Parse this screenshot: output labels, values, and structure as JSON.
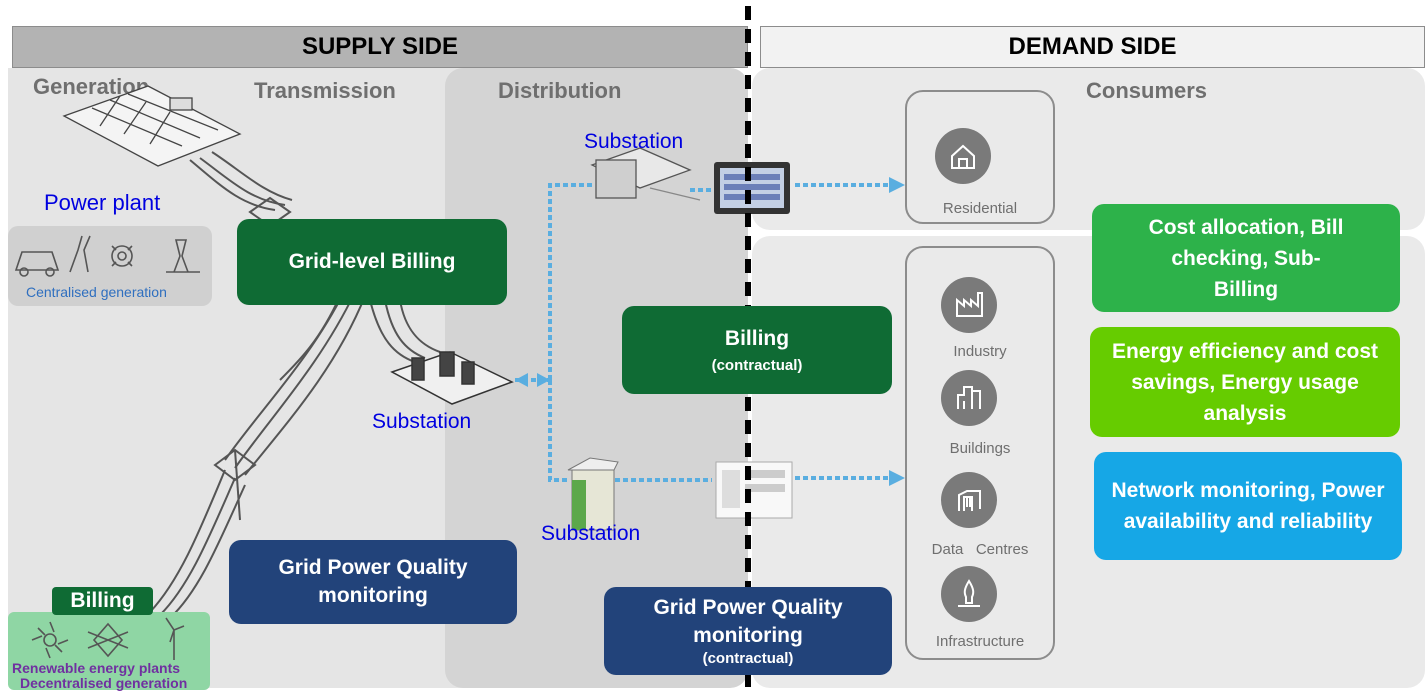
{
  "headers": {
    "supply": "SUPPLY SIDE",
    "demand": "DEMAND SIDE"
  },
  "sections": {
    "generation": "Generation",
    "transmission": "Transmission",
    "distribution": "Distribution",
    "consumers": "Consumers"
  },
  "labels": {
    "power_plant": "Power plant",
    "centralised_generation": "Centralised generation",
    "substation_top": "Substation",
    "substation_mid": "Substation",
    "substation_bottom": "Substation",
    "renewable": "Renewable energy plants",
    "decentralised": "Decentralised generation"
  },
  "boxes": {
    "grid_billing": "Grid-level Billing",
    "billing_title": "Billing",
    "billing_sub": "(contractual)",
    "grid_pq": "Grid Power Quality monitoring",
    "grid_pq2_title": "Grid Power Quality monitoring",
    "grid_pq2_sub": "(contractual)",
    "small_billing": "Billing"
  },
  "consumers": {
    "residential": "Residential",
    "industry": "Industry",
    "buildings": "Buildings",
    "data_centres": "Data   Centres",
    "infrastructure": "Infrastructure"
  },
  "right_boxes": {
    "cost": "Cost allocation, Bill checking, Sub-Billing",
    "energy": "Energy efficiency and cost savings, Energy usage analysis",
    "network": "Network monitoring, Power availability and reliability"
  },
  "colors": {
    "dark_green": "#0f6b34",
    "navy": "#22437a",
    "green": "#2db24a",
    "lime": "#66cc00",
    "sky": "#16a7e6",
    "arrow_blue": "#5aaee0"
  },
  "icons": [
    "house-icon",
    "factory-icon",
    "building-icon",
    "datacentre-icon",
    "flame-icon"
  ]
}
